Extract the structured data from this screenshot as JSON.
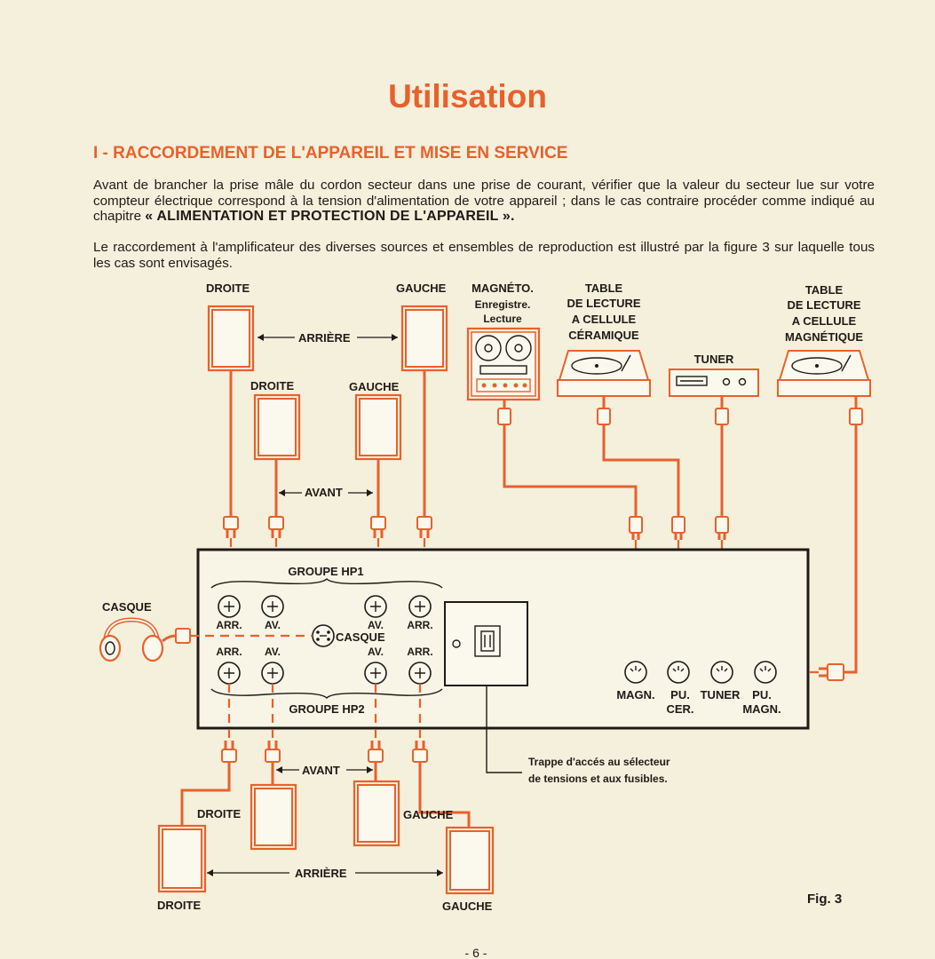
{
  "page": {
    "title": "Utilisation",
    "section_title": "I - RACCORDEMENT DE L'APPAREIL ET MISE EN SERVICE",
    "para1_text": "Avant de brancher la prise mâle du cordon secteur dans une prise de courant, vérifier que la valeur du secteur lue sur votre compteur électrique correspond à la tension d'alimentation de votre appareil ; dans le cas contraire procéder comme indiqué au chapitre",
    "para1_ref": "« ALIMENTATION ET PROTECTION DE L'APPAREIL ».",
    "para2": "Le raccordement à l'amplificateur des diverses sources et ensembles de reproduction est illustré par la figure 3 sur laquelle tous les cas sont envisagés.",
    "page_number": "- 6 -"
  },
  "figure": {
    "caption": "Fig. 3",
    "speakers_top": {
      "rear_right": "DROITE",
      "rear_left": "GAUCHE",
      "rear_label": "ARRIÈRE",
      "front_right": "DROITE",
      "front_left": "GAUCHE",
      "front_label": "AVANT"
    },
    "speakers_bottom": {
      "front_label": "AVANT",
      "front_right": "DROITE",
      "front_left": "GAUCHE",
      "rear_label": "ARRIÈRE",
      "rear_right": "DROITE",
      "rear_left": "GAUCHE"
    },
    "sources": {
      "tape": [
        "MAGNÉTO.",
        "Enregistre.",
        "Lecture"
      ],
      "ceramic_turntable": [
        "TABLE",
        "DE LECTURE",
        "A CELLULE",
        "CÉRAMIQUE"
      ],
      "tuner": "TUNER",
      "magnetic_turntable": [
        "TABLE",
        "DE LECTURE",
        "A CELLULE",
        "MAGNÉTIQUE"
      ]
    },
    "amplifier": {
      "group1": "GROUPE HP1",
      "group2": "GROUPE HP2",
      "jack_labels_row1": [
        "ARR.",
        "AV.",
        "AV.",
        "ARR."
      ],
      "jack_labels_row2": [
        "ARR.",
        "AV.",
        "AV.",
        "ARR."
      ],
      "casque_socket": "CASQUE",
      "inputs": [
        "MAGN.",
        "PU.",
        "TUNER",
        "PU."
      ],
      "inputs_line2": [
        "CER.",
        "MAGN."
      ]
    },
    "headphones": "CASQUE",
    "trap_note": [
      "Trappe d'accés au sélecteur",
      "de tensions et aux fusibles."
    ],
    "colors": {
      "accent": "#e8612c",
      "ink": "#1e1a16",
      "paper": "#f5f0dc"
    }
  }
}
